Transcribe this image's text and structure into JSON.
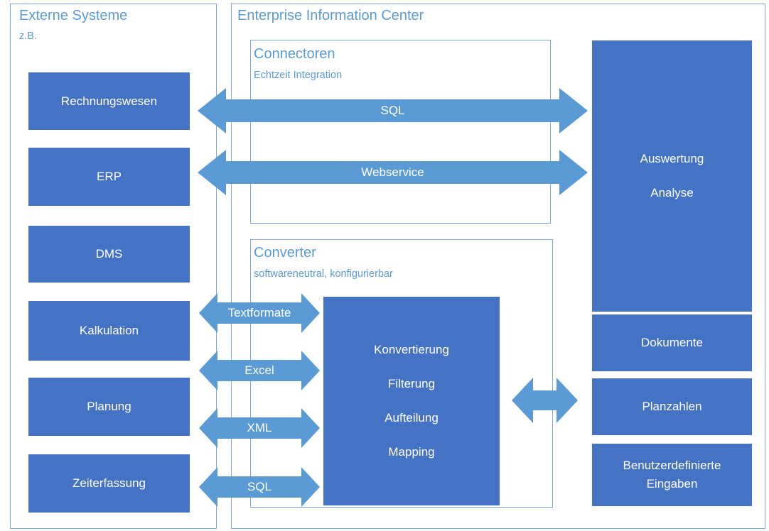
{
  "colors": {
    "dark_box": "#4472C4",
    "arrow": "#5B9BD5",
    "panel_border": "#7BA7DC",
    "title_text": "#5B9BD5",
    "box_text": "#FFFFFF",
    "background": "#FFFFFF"
  },
  "panels": {
    "external": {
      "title": "Externe Systeme",
      "subtitle": "z.B."
    },
    "eic": {
      "title": "Enterprise Information Center"
    },
    "connectors": {
      "title": "Connectoren",
      "subtitle": "Echtzeit Integration"
    },
    "converter": {
      "title": "Converter",
      "subtitle": "softwareneutral, konfigurierbar"
    }
  },
  "external_systems": [
    {
      "label": "Rechnungswesen"
    },
    {
      "label": "ERP"
    },
    {
      "label": "DMS"
    },
    {
      "label": "Kalkulation"
    },
    {
      "label": "Planung"
    },
    {
      "label": "Zeiterfassung"
    }
  ],
  "connector_arrows": [
    {
      "label": "SQL"
    },
    {
      "label": "Webservice"
    }
  ],
  "converter_arrows": [
    {
      "label": "Textformate"
    },
    {
      "label": "Excel"
    },
    {
      "label": "XML"
    },
    {
      "label": "SQL"
    }
  ],
  "converter_box": {
    "lines": [
      "Konvertierung",
      "Filterung",
      "Aufteilung",
      "Mapping"
    ]
  },
  "outputs": {
    "analysis": {
      "lines": [
        "Auswertung",
        "Analyse"
      ]
    },
    "boxes": [
      {
        "lines": [
          "Dokumente"
        ]
      },
      {
        "lines": [
          "Planzahlen"
        ]
      },
      {
        "lines": [
          "Benutzerdefinierte",
          "Eingaben"
        ]
      }
    ]
  }
}
